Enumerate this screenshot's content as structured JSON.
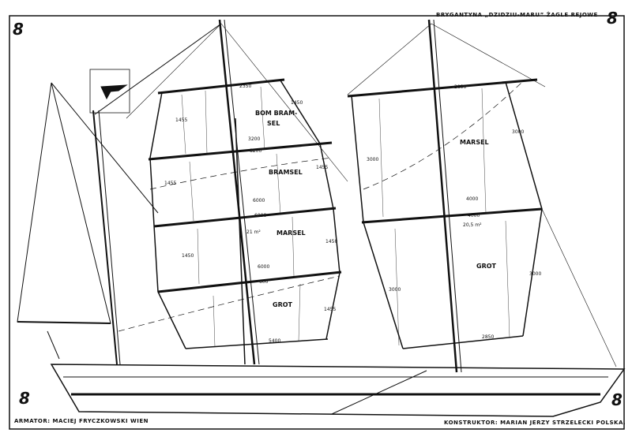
{
  "title": "BRYGANTYNA „DZIDZIU-MARU” ŻAGLE REJOWE",
  "sheet_number": "8",
  "owner": "ARMATOR: MACIEJ FRYCZKOWSKI  WIEN",
  "designer": "KONSTRUKTOR: MARIAN JERZY STRZELECKI  POLSKA.",
  "sails": {
    "fore": {
      "bom_bramsel_1": "BOM BRAM-",
      "bom_bramsel_2": "SEL",
      "bramsel": "BRAMSEL",
      "marsel": "MARSEL",
      "grot": "GROT",
      "area": "21 m²"
    },
    "main": {
      "marsel": "MARSEL",
      "grot": "GROT",
      "area": "20,5 m²"
    }
  },
  "dimensions": {
    "fore": [
      "2350",
      "1455",
      "1450",
      "3200",
      "8200",
      "1455",
      "1455",
      "6000",
      "6000",
      "1450",
      "1450",
      "6000",
      "600",
      "1455",
      "5400"
    ],
    "main": [
      "2850",
      "3000",
      "3000",
      "4000",
      "4000",
      "3000",
      "3000",
      "2850"
    ]
  }
}
